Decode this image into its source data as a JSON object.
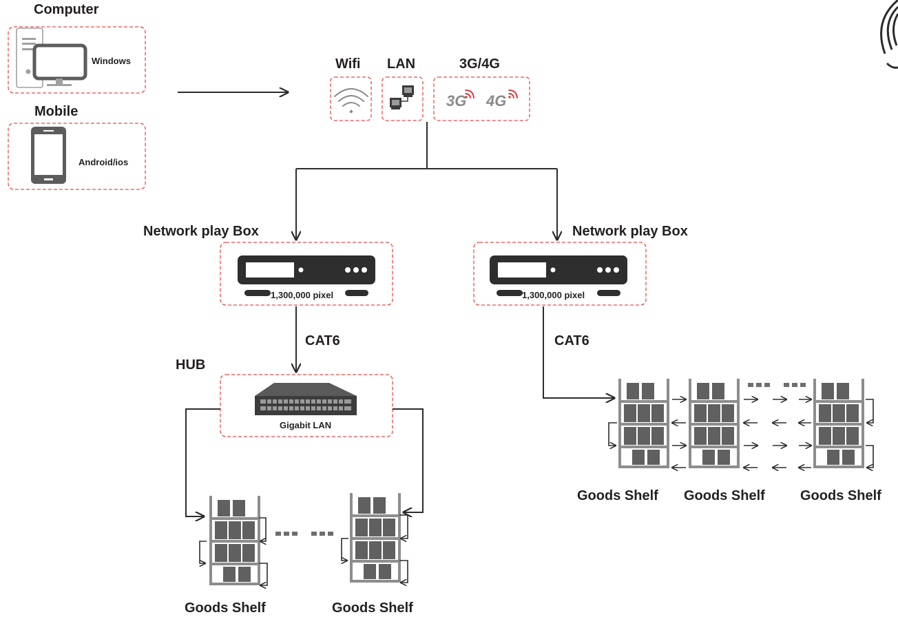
{
  "clients": {
    "computer": {
      "heading": "Computer",
      "os": "Windows"
    },
    "mobile": {
      "heading": "Mobile",
      "os": "Android/ios"
    }
  },
  "connectivity": {
    "wifi": "Wifi",
    "lan": "LAN",
    "cellular": "3G/4G",
    "badge_3g": "3G",
    "badge_4g": "4G"
  },
  "boxes": [
    {
      "label": "Network play Box",
      "resolution": "1,300,000 pixel",
      "link": "CAT6"
    },
    {
      "label": "Network play Box",
      "resolution": "1,300,000 pixel",
      "link": "CAT6"
    }
  ],
  "hub": {
    "label": "HUB",
    "caption": "Gigabit LAN"
  },
  "shelves": {
    "left": [
      "Goods Shelf",
      "Goods Shelf"
    ],
    "right": [
      "Goods Shelf",
      "Goods Shelf",
      "Goods Shelf"
    ]
  },
  "colors": {
    "dashed_border": "#e94b4b",
    "dark": "#2b2b2b",
    "device_gray": "#5c5c5c",
    "light_gray": "#a0a0a0",
    "signal_red": "#e02424"
  }
}
